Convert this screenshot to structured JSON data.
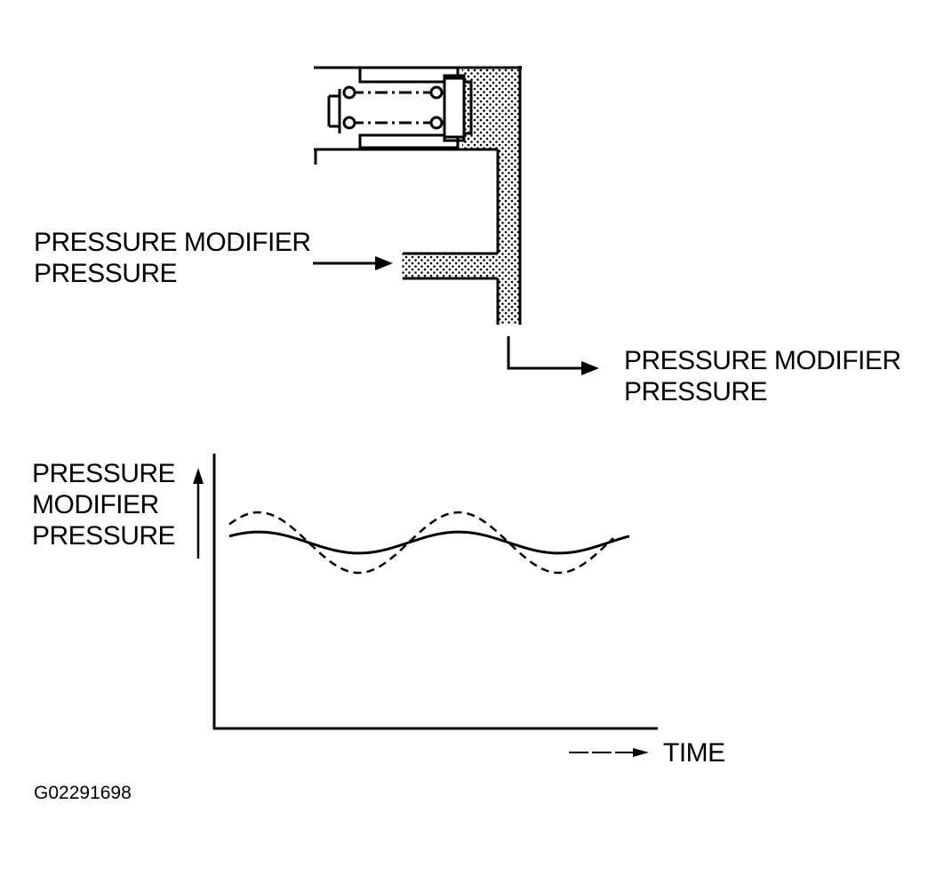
{
  "inlet_label": {
    "line1": "PRESSURE MODIFIER",
    "line2": "PRESSURE"
  },
  "outlet_label": {
    "line1": "PRESSURE MODIFIER",
    "line2": "PRESSURE"
  },
  "graph": {
    "ylabel": {
      "line1": "PRESSURE",
      "line2": "MODIFIER",
      "line3": "PRESSURE"
    },
    "xlabel": "TIME",
    "series": [
      {
        "style": "solid",
        "amplitude": 0.35,
        "cycles": 2
      },
      {
        "style": "dashed",
        "amplitude": 1.0,
        "cycles": 2
      }
    ]
  },
  "figure_code": "G02291698",
  "colors": {
    "ink": "#000000",
    "background": "#ffffff"
  }
}
